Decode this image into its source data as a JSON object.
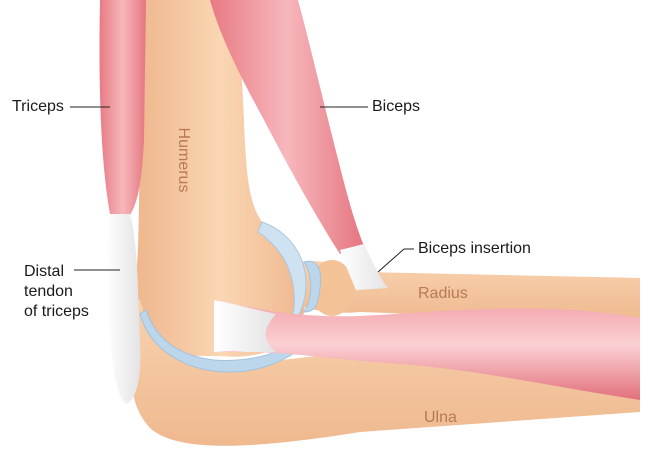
{
  "labels": {
    "triceps": "Triceps",
    "biceps": "Biceps",
    "biceps_insertion": "Biceps insertion",
    "distal_tendon": [
      "Distal",
      "tendon",
      "of triceps"
    ],
    "humerus": "Humerus",
    "radius": "Radius",
    "ulna": "Ulna"
  },
  "colors": {
    "muscle": "#ee8b93",
    "muscle_light": "#f6b8bd",
    "bone": "#f6c9a0",
    "bone_dark": "#e9b083",
    "cartilage": "#bcd7ec",
    "tendon": "#ecebeb",
    "bone_label": "#b77a52"
  }
}
